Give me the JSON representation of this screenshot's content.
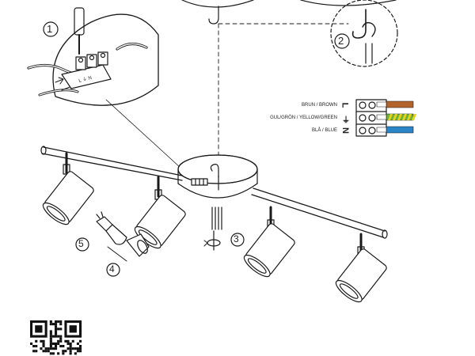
{
  "steps": [
    "1",
    "2",
    "3",
    "4",
    "5"
  ],
  "wiring": [
    {
      "label": "BRUN / BROWN",
      "terminal": "L",
      "color": "#b3642c",
      "stripe": ""
    },
    {
      "label": "GUL/GRÖN / YELLOW/GREEN",
      "terminal": "⏚",
      "color": "#6bb33a",
      "stripe": "#e8d21a"
    },
    {
      "label": "BLÅ / BLUE",
      "terminal": "N",
      "color": "#2b84c6",
      "stripe": ""
    }
  ],
  "connector_marks": [
    "L",
    "⏚",
    "N"
  ],
  "qr_code": "qr-code"
}
